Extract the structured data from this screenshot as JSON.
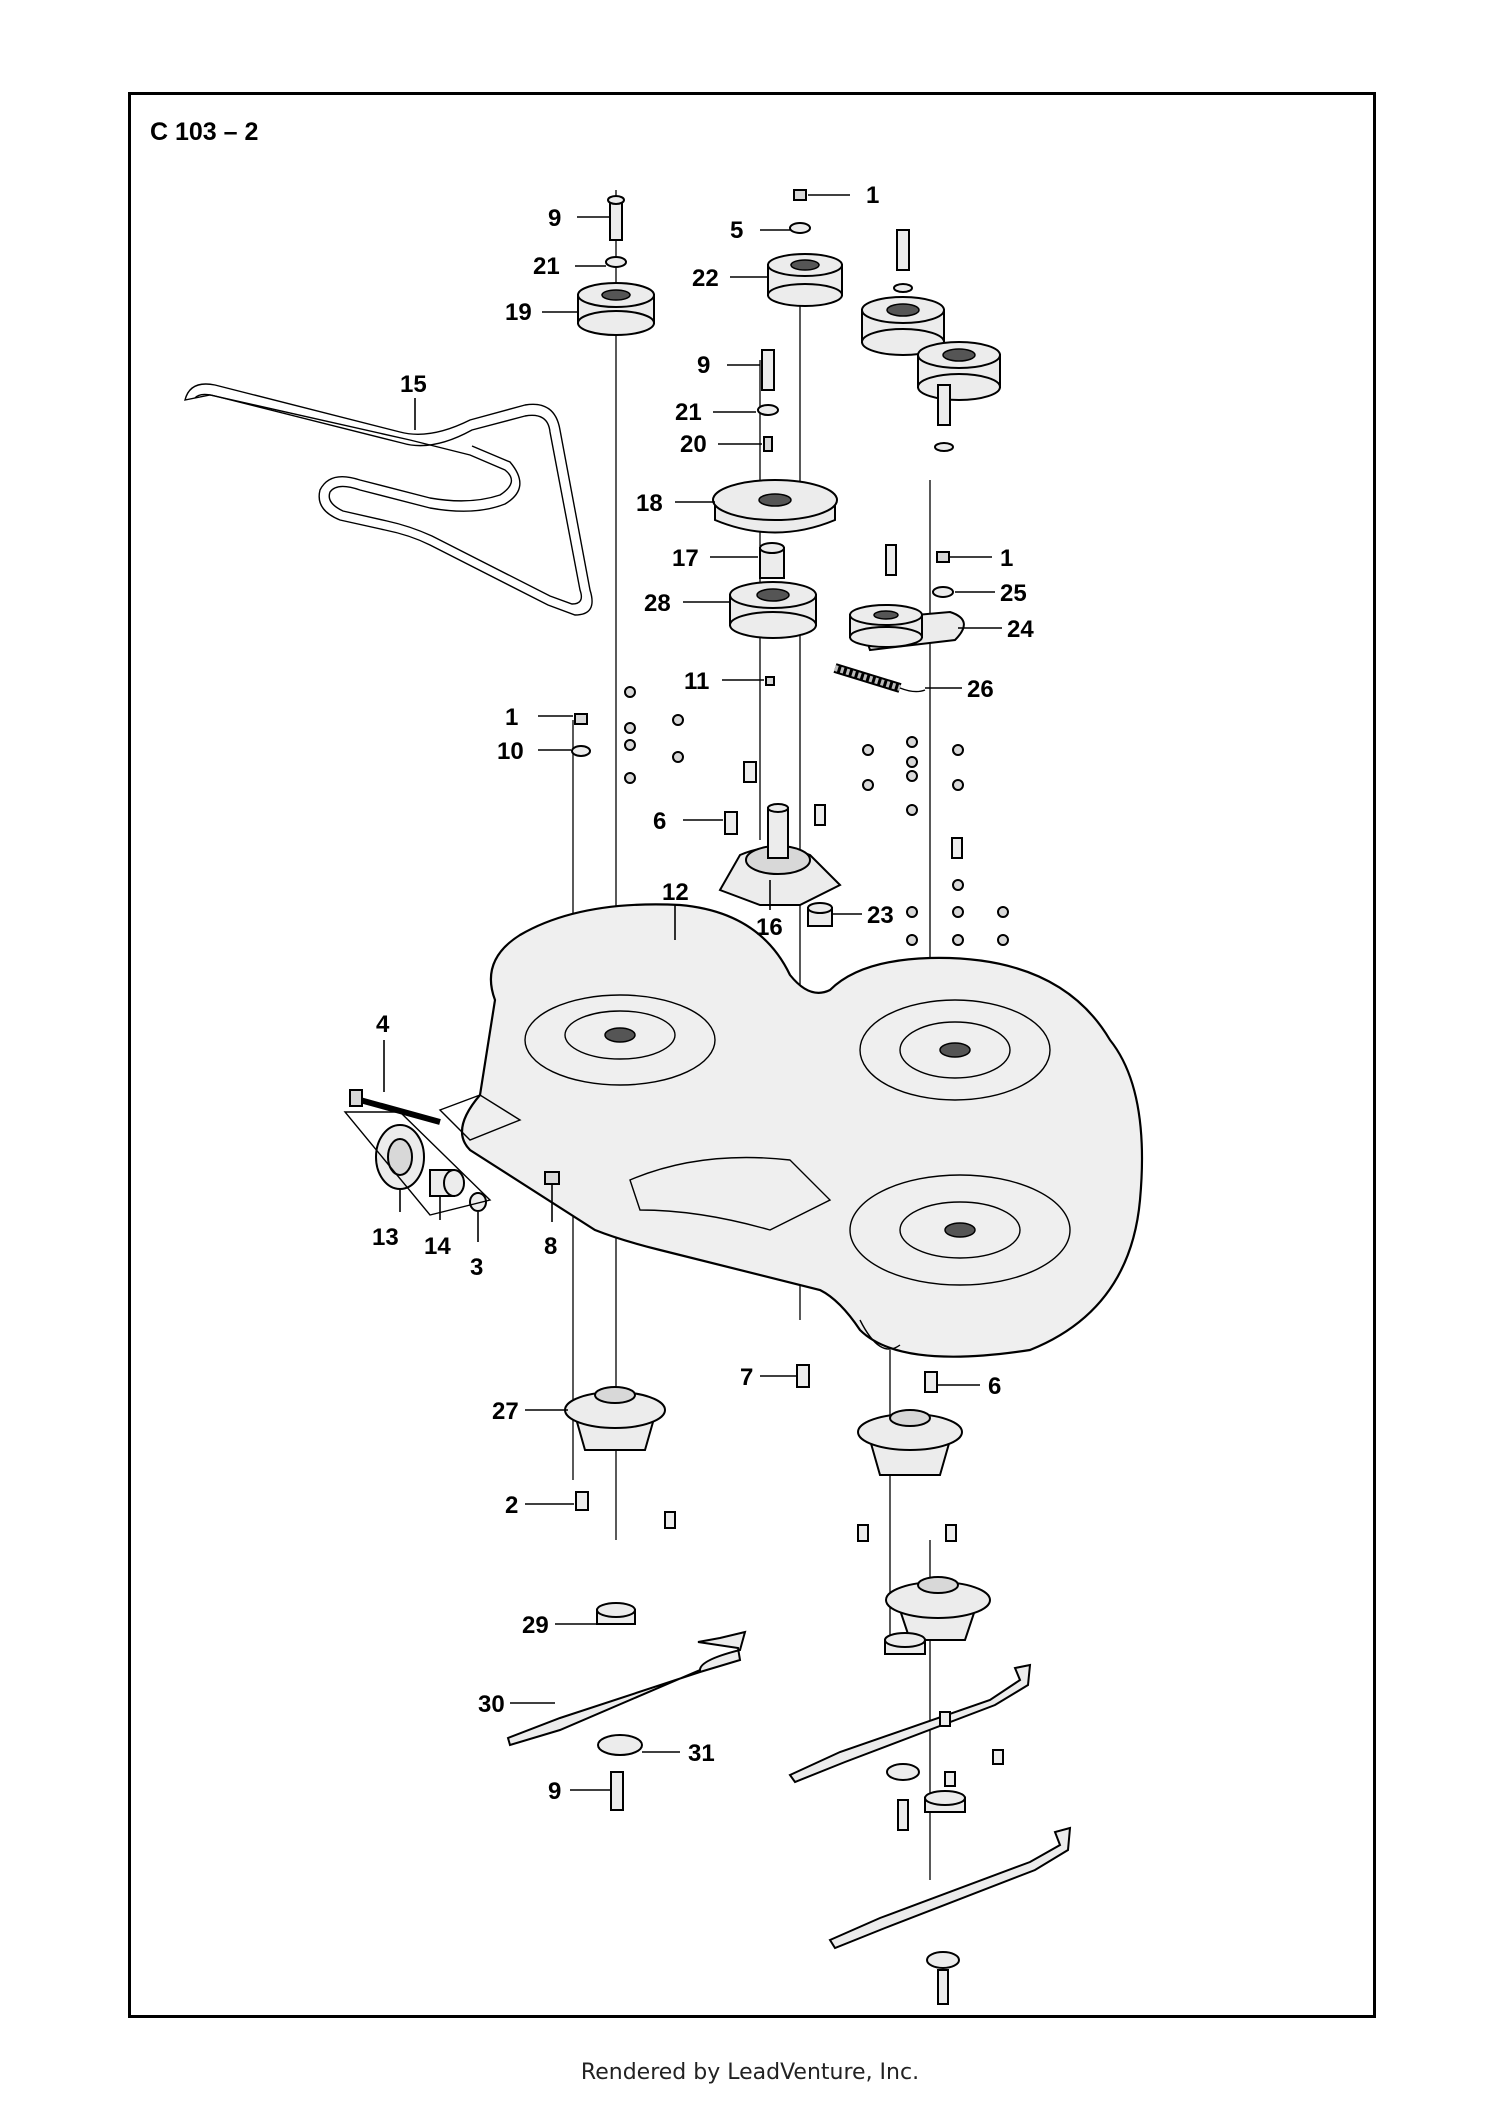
{
  "diagram": {
    "title": "C 103 – 2",
    "credit": "Rendered by LeadVenture, Inc.",
    "callouts": {
      "n9a": "9",
      "n21a": "21",
      "n19": "19",
      "n1a": "1",
      "n5": "5",
      "n22": "22",
      "n15": "15",
      "n9b": "9",
      "n21b": "21",
      "n20": "20",
      "n18": "18",
      "n17": "17",
      "n28": "28",
      "n1b": "1",
      "n25": "25",
      "n24": "24",
      "n26": "26",
      "n11": "11",
      "n1c": "1",
      "n10": "10",
      "n6a": "6",
      "n12": "12",
      "n16": "16",
      "n23": "23",
      "n4": "4",
      "n13": "13",
      "n14": "14",
      "n3": "3",
      "n8": "8",
      "n7": "7",
      "n6b": "6",
      "n27": "27",
      "n2": "2",
      "n29": "29",
      "n30": "30",
      "n31": "31",
      "n9c": "9"
    }
  }
}
